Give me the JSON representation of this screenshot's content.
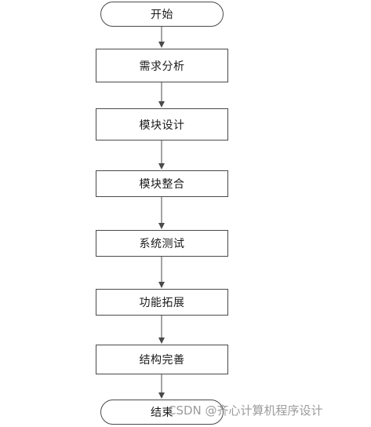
{
  "flowchart": {
    "start": "开始",
    "steps": [
      "需求分析",
      "模块设计",
      "模块整合",
      "系统测试",
      "功能拓展",
      "结构完善"
    ],
    "end": "结束"
  },
  "watermark": "CSDN @齐心计算机程序设计",
  "colors": {
    "border": "#4a4a4a",
    "text": "#1a1a1a",
    "background": "#ffffff"
  }
}
